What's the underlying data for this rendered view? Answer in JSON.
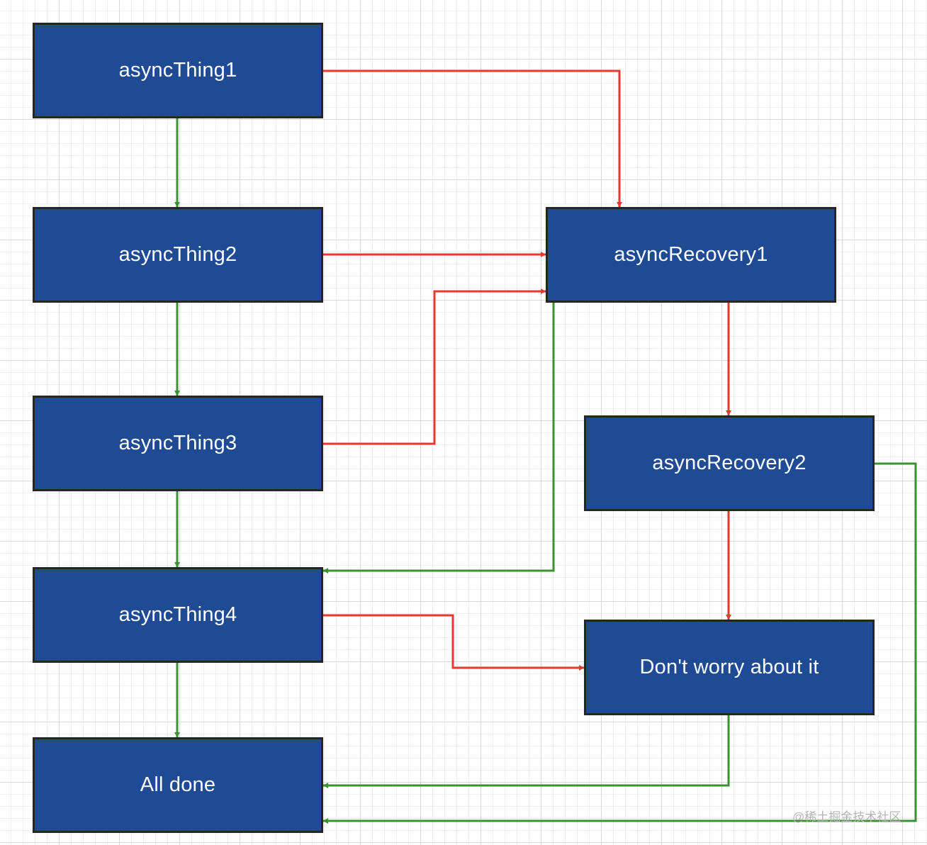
{
  "colors": {
    "node_fill": "#1e4b94",
    "node_text": "#ffffff",
    "success_edge": "#3c9132",
    "failure_edge": "#e6392f",
    "watermark": "#b5b5b5"
  },
  "nodes": {
    "async_thing1": "asyncThing1",
    "async_thing2": "asyncThing2",
    "async_thing3": "asyncThing3",
    "async_thing4": "asyncThing4",
    "all_done": "All done",
    "async_recovery1": "asyncRecovery1",
    "async_recovery2": "asyncRecovery2",
    "dont_worry": "Don't worry about it"
  },
  "edges": [
    {
      "from": "asyncThing1",
      "to": "asyncThing2",
      "kind": "success"
    },
    {
      "from": "asyncThing2",
      "to": "asyncThing3",
      "kind": "success"
    },
    {
      "from": "asyncThing3",
      "to": "asyncThing4",
      "kind": "success"
    },
    {
      "from": "asyncThing4",
      "to": "All done",
      "kind": "success"
    },
    {
      "from": "asyncThing1",
      "to": "asyncRecovery1",
      "kind": "failure"
    },
    {
      "from": "asyncThing2",
      "to": "asyncRecovery1",
      "kind": "failure"
    },
    {
      "from": "asyncThing3",
      "to": "asyncRecovery1",
      "kind": "failure"
    },
    {
      "from": "asyncRecovery1",
      "to": "asyncThing4",
      "kind": "success"
    },
    {
      "from": "asyncRecovery1",
      "to": "asyncRecovery2",
      "kind": "failure"
    },
    {
      "from": "asyncRecovery2",
      "to": "Don't worry about it",
      "kind": "failure"
    },
    {
      "from": "asyncRecovery2",
      "to": "All done",
      "kind": "success"
    },
    {
      "from": "asyncThing4",
      "to": "Don't worry about it",
      "kind": "failure"
    },
    {
      "from": "Don't worry about it",
      "to": "All done",
      "kind": "success"
    }
  ],
  "watermark": "@稀土掘金技术社区"
}
